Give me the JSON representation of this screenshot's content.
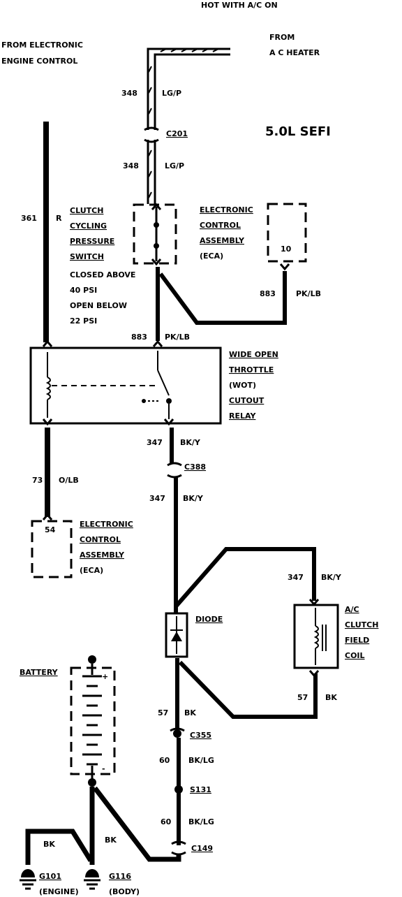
{
  "header": {
    "hot_with_ac": "HOT WITH A/C ON",
    "from_eec_1": "FROM ELECTRONIC",
    "from_eec_2": "ENGINE CONTROL",
    "from_ac_1": "FROM",
    "from_ac_2": "A C HEATER",
    "engine": "5.0L SEFI"
  },
  "wires": {
    "w348_top_num": "348",
    "w348_top_color": "LG/P",
    "w348_bot_num": "348",
    "w348_bot_color": "LG/P",
    "w361_num": "361",
    "w361_color": "R",
    "w883_num": "883",
    "w883_color": "PK/LB",
    "w883b_num": "883",
    "w883b_color": "PK/LB",
    "w347a_num": "347",
    "w347a_color": "BK/Y",
    "w347b_num": "347",
    "w347b_color": "BK/Y",
    "w347c_num": "347",
    "w347c_color": "BK/Y",
    "w73_num": "73",
    "w73_color": "O/LB",
    "w57a_num": "57",
    "w57a_color": "BK",
    "w57b_num": "57",
    "w57b_color": "BK",
    "w60a_num": "60",
    "w60a_color": "BK/LG",
    "w60b_num": "60",
    "w60b_color": "BK/LG",
    "wbk1": "BK",
    "wbk2": "BK"
  },
  "connectors": {
    "c201": "C201",
    "c388": "C388",
    "c355": "C355",
    "s131": "S131",
    "c149": "C149"
  },
  "components": {
    "clutch_switch": [
      "CLUTCH",
      "CYCLING",
      "PRESSURE",
      "SWITCH",
      "CLOSED ABOVE",
      "40 PSI",
      "OPEN BELOW",
      "22 PSI"
    ],
    "eca_top": [
      "ELECTRONIC",
      "CONTROL",
      "ASSEMBLY",
      "(ECA)"
    ],
    "eca_top_pin": "10",
    "wot_relay": [
      "WIDE OPEN",
      "THROTTLE",
      "(WOT)",
      "CUTOUT",
      "RELAY"
    ],
    "eca_bottom": [
      "ELECTRONIC",
      "CONTROL",
      "ASSEMBLY",
      "(ECA)"
    ],
    "eca_bottom_pin": "54",
    "diode": "DIODE",
    "ac_clutch": [
      "A/C",
      "CLUTCH",
      "FIELD",
      "COIL"
    ],
    "battery": "BATTERY",
    "battery_plus": "+",
    "battery_minus": "-"
  },
  "grounds": {
    "g101": "G101",
    "g101_sub": "(ENGINE)",
    "g116": "G116",
    "g116_sub": "(BODY)"
  }
}
